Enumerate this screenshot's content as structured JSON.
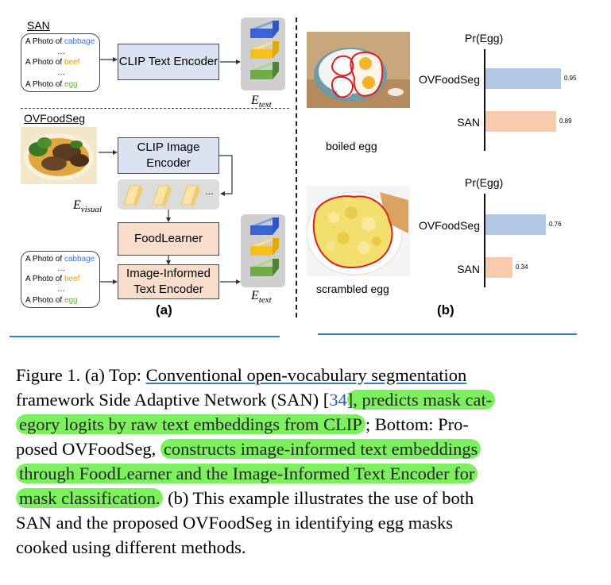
{
  "panel_a": {
    "san_label": "SAN",
    "ovfoodseg_label": "OVFoodSeg",
    "prompt_prefix": "A Photo of",
    "prompt_items": [
      "cabbage",
      "beef",
      "egg"
    ],
    "ellipsis": "…",
    "clip_text_encoder": "CLIP Text Encoder",
    "clip_image_encoder": "CLIP Image Encoder",
    "foodlearner": "FoodLearner",
    "image_informed_text_encoder": "Image-Informed Text Encoder",
    "e_text_symbol": "E",
    "e_text_sub": "text",
    "e_visual_symbol": "E",
    "e_visual_sub": "visual",
    "feature_ellipsis": "…",
    "label": "(a)",
    "colors": {
      "cabbage": "#4472c4",
      "beef": "#ed9c00",
      "egg": "#70ad47",
      "blue_block": "#dbe3f3",
      "pink_block": "#f8dccc"
    }
  },
  "panel_b": {
    "label": "(b)",
    "examples": [
      {
        "caption": "boiled egg",
        "chart_title": "Pr(Egg)",
        "bars": [
          {
            "name": "OVFoodSeg",
            "value": 0.95,
            "value_text": "0.95",
            "color": "#b4c7e7"
          },
          {
            "name": "SAN",
            "value": 0.89,
            "value_text": "0.89",
            "color": "#f8cbad"
          }
        ]
      },
      {
        "caption": "scrambled egg",
        "chart_title": "Pr(Egg)",
        "bars": [
          {
            "name": "OVFoodSeg",
            "value": 0.76,
            "value_text": "0.76",
            "color": "#b4c7e7"
          },
          {
            "name": "SAN",
            "value": 0.34,
            "value_text": "0.34",
            "color": "#f8cbad"
          }
        ]
      }
    ]
  },
  "chart_data": [
    {
      "type": "bar",
      "title": "Pr(Egg)",
      "categories": [
        "OVFoodSeg",
        "SAN"
      ],
      "values": [
        0.95,
        0.89
      ],
      "orientation": "horizontal"
    },
    {
      "type": "bar",
      "title": "Pr(Egg)",
      "categories": [
        "OVFoodSeg",
        "SAN"
      ],
      "values": [
        0.76,
        0.34
      ],
      "orientation": "horizontal"
    }
  ],
  "caption": {
    "lines": [
      [
        "Figure 1.  (a) Top: ",
        "Conventional open-vocabulary segmentation"
      ],
      [
        "framework Side Adaptive Network (SAN) [",
        "34",
        "], predicts mask cat-"
      ],
      [
        "egory logits by raw text embeddings from CLIP",
        "; Bottom:  Pro-"
      ],
      [
        "posed OVFoodSeg, ",
        "constructs image-informed text embeddings"
      ],
      [
        "through FoodLearner and the Image-Informed Text Encoder for"
      ],
      [
        "mask classification.",
        " (b) This example illustrates the use of both"
      ],
      [
        "SAN and the proposed OVFoodSeg in identifying egg masks"
      ],
      [
        "cooked using different methods."
      ]
    ],
    "citation_color": "#2a5db0"
  }
}
